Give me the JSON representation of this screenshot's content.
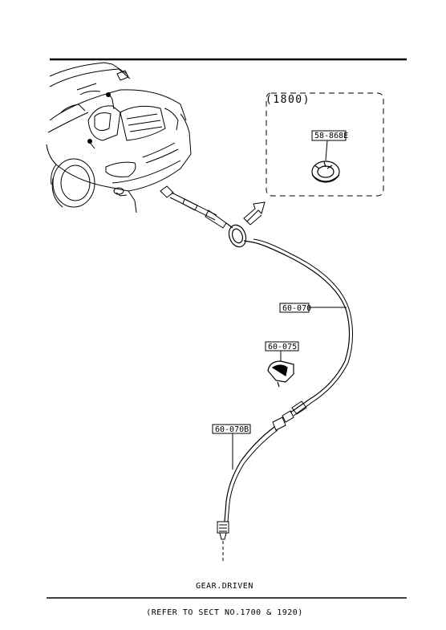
{
  "inset": {
    "label": "(1800)"
  },
  "parts": {
    "grommet": "58-868E",
    "cable": "60-070",
    "clip": "60-075",
    "driven_cable": "60-070B"
  },
  "note": {
    "line1": "GEAR.DRIVEN",
    "line2": "(REFER TO SECT NO.1700 & 1920)"
  }
}
